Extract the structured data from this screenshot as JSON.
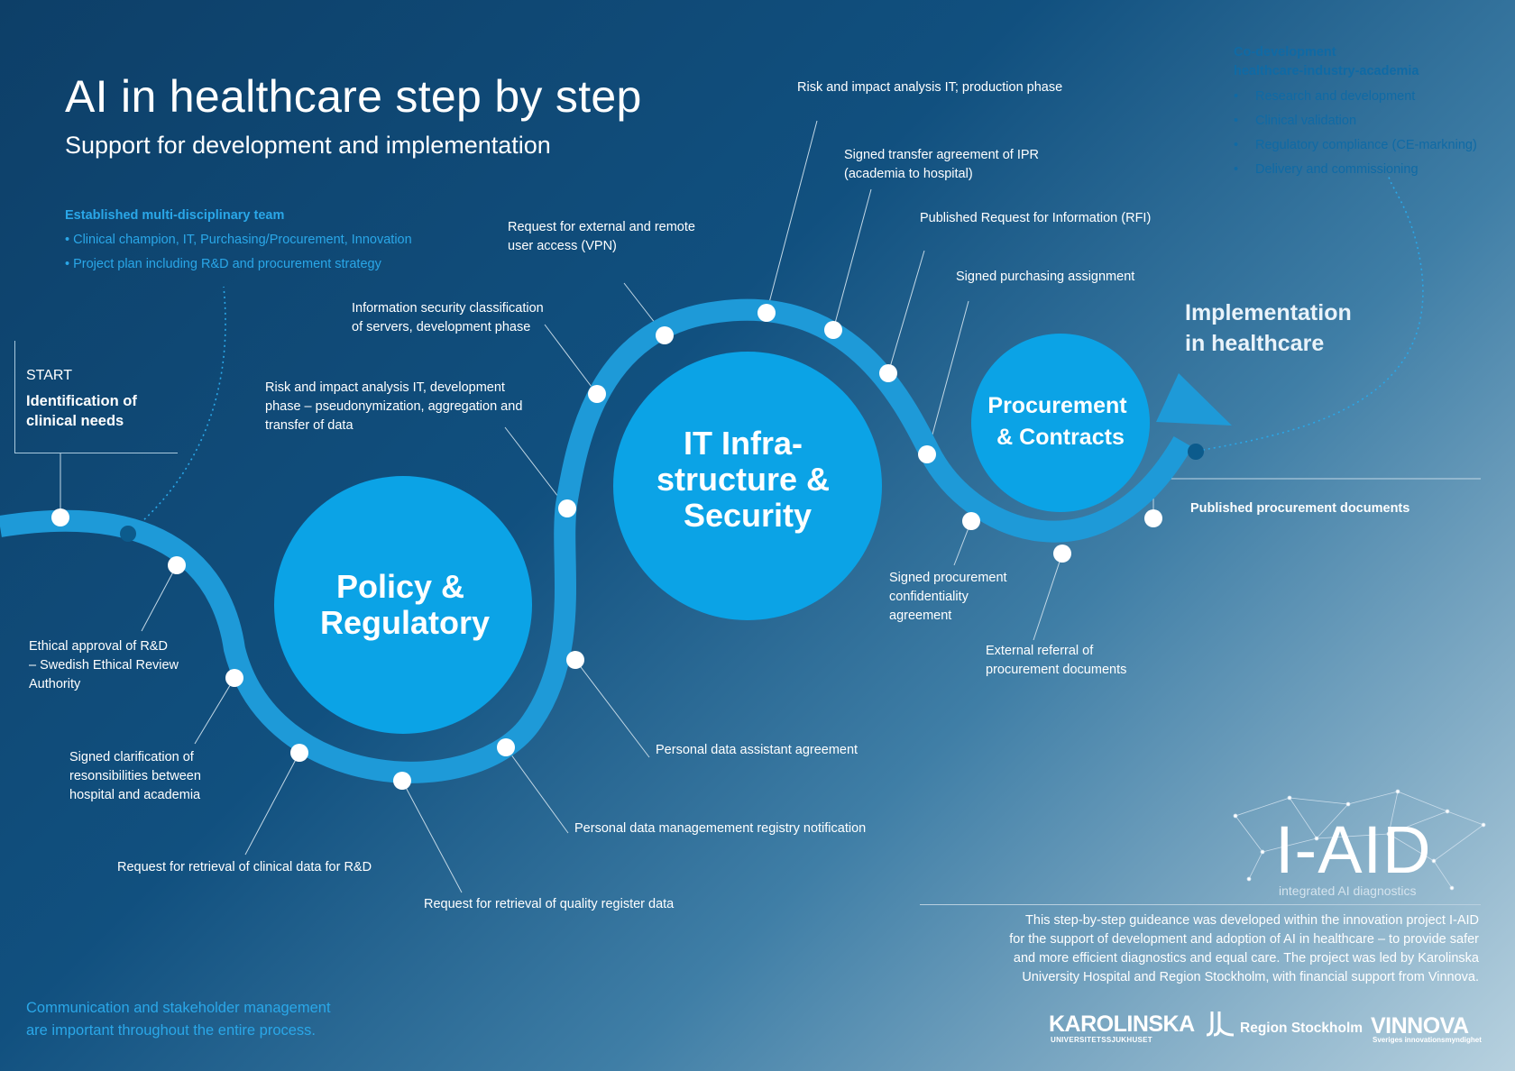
{
  "header": {
    "title": "AI in healthcare step by step",
    "subtitle": "Support for development and implementation"
  },
  "team_note": {
    "heading": "Established multi-disciplinary team",
    "items": [
      "• Clinical champion, IT, Purchasing/Procurement, Innovation",
      "• Project plan including R&D and procurement strategy"
    ]
  },
  "codevelopment": {
    "heading_line1": "Co-development",
    "heading_line2": "healthcare-industry-academia",
    "items": [
      "Research and development",
      "Clinical validation",
      "Regulatory compliance (CE-markning)",
      "Delivery and commissioning"
    ]
  },
  "start": {
    "label": "START",
    "line1": "Identification of",
    "line2": "clinical needs"
  },
  "phases": {
    "policy": {
      "line1": "Policy &",
      "line2": "Regulatory"
    },
    "it": {
      "line1": "IT Infra-",
      "line2": "structure &",
      "line3": "Security"
    },
    "procurement": {
      "line1": "Procurement",
      "line2": "& Contracts"
    }
  },
  "implementation": {
    "line1": "Implementation",
    "line2": "in healthcare"
  },
  "steps": {
    "ethical_1": "Ethical approval of R&D",
    "ethical_2": "– Swedish Ethical Review",
    "ethical_3": "Authority",
    "clarification_1": "Signed clarification of",
    "clarification_2": "resonsibilities between",
    "clarification_3": "hospital and academia",
    "clinical_data": "Request for retrieval of clinical data for R&D",
    "quality_register": "Request for retrieval of quality register data",
    "registry_notification": "Personal data managemement registry notification",
    "assistant_agreement": "Personal data assistant agreement",
    "risk_dev_1": "Risk and impact analysis IT, development",
    "risk_dev_2": "phase – pseudonymization, aggregation and",
    "risk_dev_3": "transfer of data",
    "infosec_1": "Information security classification",
    "infosec_2": "of servers, development phase",
    "vpn_1": "Request for external and remote",
    "vpn_2": "user access (VPN)",
    "risk_prod": "Risk and impact analysis IT; production phase",
    "ipr_1": "Signed transfer agreement of IPR",
    "ipr_2": "(academia to hospital)",
    "rfi": "Published Request for Information (RFI)",
    "purchasing": "Signed purchasing assignment",
    "confidentiality_1": "Signed procurement",
    "confidentiality_2": "confidentiality",
    "confidentiality_3": "agreement",
    "referral_1": "External referral of",
    "referral_2": "procurement documents",
    "published_docs": "Published procurement documents"
  },
  "communication": {
    "line1": "Communication and stakeholder management",
    "line2": "are important throughout the entire process."
  },
  "iaid": {
    "wordmark": "I-AID",
    "tagline": "integrated AI diagnostics"
  },
  "about": {
    "line1": "This step-by-step guideance was developed within the innovation project I-AID",
    "line2": "for the support of development and adoption of AI in healthcare – to provide safer",
    "line3": "and more efficient diagnostics and equal care. The project was led by Karolinska",
    "line4": "University Hospital and Region Stockholm, with financial support from Vinnova."
  },
  "logos": {
    "karolinska": "KAROLINSKA",
    "karolinska_sub": "UNIVERSITETSSJUKHUSET",
    "region": "Region Stockholm",
    "vinnova": "VINNOVA",
    "vinnova_sub": "Sveriges innovationsmyndighet"
  },
  "colors": {
    "path": "#1e9ad8",
    "circle": "#0ba3e6",
    "accent_text": "#2aa7e8",
    "codev_text": "#0f6aa5"
  }
}
